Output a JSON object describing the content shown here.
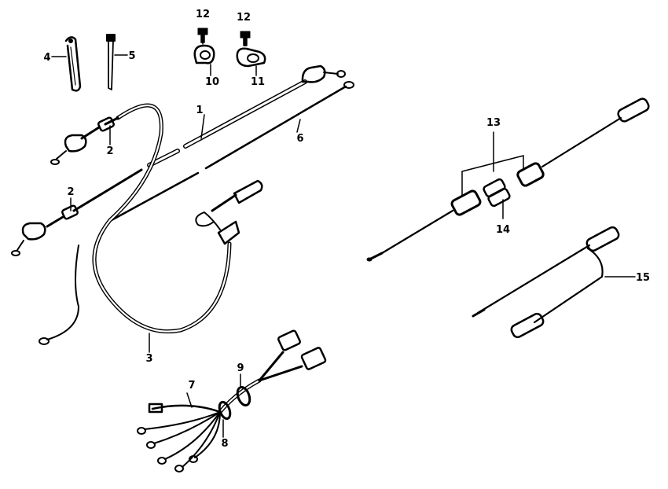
{
  "diagram": {
    "callouts": [
      {
        "id": "c1",
        "text": "1"
      },
      {
        "id": "c2a",
        "text": "2"
      },
      {
        "id": "c2b",
        "text": "2"
      },
      {
        "id": "c3",
        "text": "3"
      },
      {
        "id": "c4",
        "text": "4"
      },
      {
        "id": "c5",
        "text": "5"
      },
      {
        "id": "c6",
        "text": "6"
      },
      {
        "id": "c7",
        "text": "7"
      },
      {
        "id": "c8",
        "text": "8"
      },
      {
        "id": "c9",
        "text": "9"
      },
      {
        "id": "c10",
        "text": "10"
      },
      {
        "id": "c11",
        "text": "11"
      },
      {
        "id": "c12a",
        "text": "12"
      },
      {
        "id": "c12b",
        "text": "12"
      },
      {
        "id": "c13",
        "text": "13"
      },
      {
        "id": "c14",
        "text": "14"
      },
      {
        "id": "c15",
        "text": "15"
      }
    ]
  },
  "colors": {
    "ink": "#000000",
    "paper": "#ffffff"
  }
}
